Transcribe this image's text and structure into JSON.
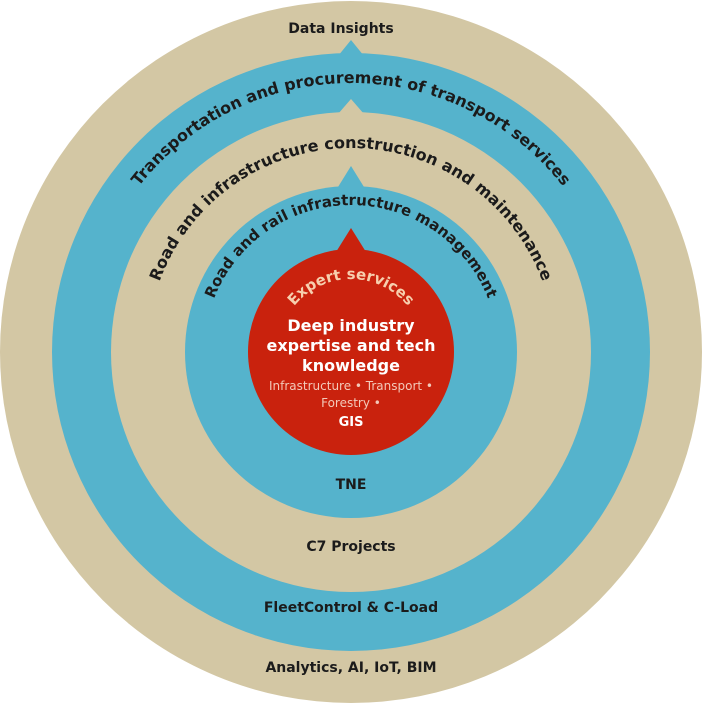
{
  "colors": {
    "tan": "#d3c7a4",
    "blue": "#55b3cc",
    "red": "#c9220d",
    "dark_text": "#1b1b1b",
    "light_text": "#ffffff",
    "peach_text": "#f7cfae"
  },
  "rings": {
    "outer": {
      "arc_label": "Data Insights",
      "bottom_label": "Analytics, AI, IoT, BIM"
    },
    "blue_outer": {
      "arc_label": "Transportation and procurement of transport services",
      "bottom_label": "FleetControl & C-Load"
    },
    "tan_inner": {
      "arc_label": "Road and infrastructure construction and maintenance",
      "bottom_label": "C7 Projects"
    },
    "blue_inner": {
      "arc_label": "Road and rail infrastructure management",
      "bottom_label": "TNE"
    }
  },
  "core": {
    "arc_label": "Expert services",
    "title_line1": "Deep industry",
    "title_line2": "expertise and tech",
    "title_line3": "knowledge",
    "detail_line1": "Infrastructure • Transport •",
    "detail_line2": "Forestry •",
    "detail_line3": "GIS"
  }
}
